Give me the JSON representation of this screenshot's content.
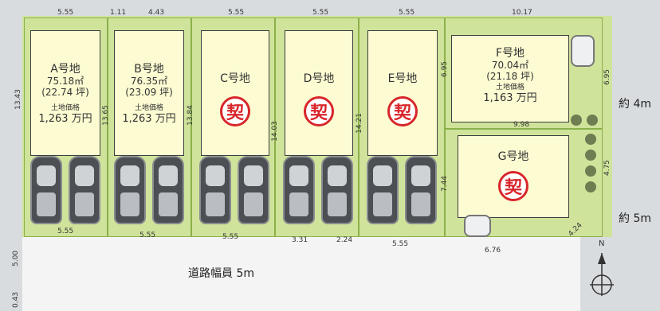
{
  "lots": [
    {
      "id": "A",
      "name": "A号地",
      "area_sqm": "75.18㎡",
      "area_tsubo": "(22.74 坪)",
      "price_label": "土地価格",
      "price": "1,263 万円",
      "contracted": false
    },
    {
      "id": "B",
      "name": "B号地",
      "area_sqm": "76.35㎡",
      "area_tsubo": "(23.09 坪)",
      "price_label": "土地価格",
      "price": "1,263 万円",
      "contracted": false
    },
    {
      "id": "C",
      "name": "C号地",
      "contracted": true
    },
    {
      "id": "D",
      "name": "D号地",
      "contracted": true
    },
    {
      "id": "E",
      "name": "E号地",
      "contracted": true
    },
    {
      "id": "F",
      "name": "F号地",
      "area_sqm": "70.04㎡",
      "area_tsubo": "(21.18 坪)",
      "price_label": "土地価格",
      "price": "1,163 万円",
      "contracted": false
    },
    {
      "id": "G",
      "name": "G号地",
      "contracted": true
    }
  ],
  "contract_mark": "契",
  "dimensions": {
    "top_a": "5.55",
    "top_b_left": "1.11",
    "top_b": "4.43",
    "top_c": "5.55",
    "top_d": "5.55",
    "top_e": "5.55",
    "top_f": "10.17",
    "side_a": "13.43",
    "side_b": "13.65",
    "side_c": "13.84",
    "side_d": "14.03",
    "side_e": "14.21",
    "e_right": "6.95",
    "f_right": "6.95",
    "f_bottom": "9.98",
    "g_left": "7.44",
    "g_right": "4.75",
    "bottom_a": "5.55",
    "bottom_b": "5.55",
    "bottom_c": "5.55",
    "bottom_d1": "3.31",
    "bottom_d2": "2.24",
    "bottom_e": "5.55",
    "g_bottom": "6.76",
    "corner": "4.24",
    "road_left": "5.00",
    "road_left2": "0.43"
  },
  "road_label": "道路幅員 5m",
  "side_road_upper": "約 4m",
  "side_road_lower": "約 5m",
  "north_label": "N"
}
